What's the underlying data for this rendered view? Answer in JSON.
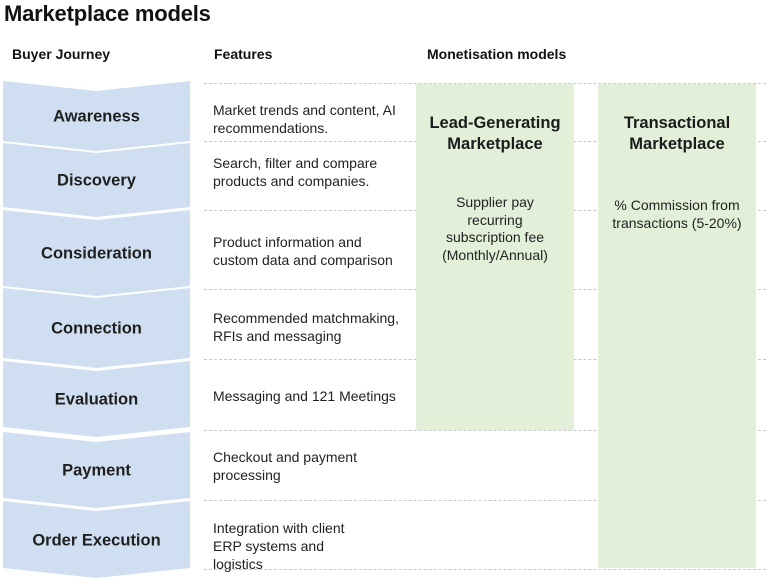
{
  "title": "Marketplace models",
  "headers": {
    "journey": "Buyer Journey",
    "features": "Features",
    "monetisation": "Monetisation models"
  },
  "stages": [
    {
      "label": "Awareness",
      "feature": "Market trends and content, AI recommendations."
    },
    {
      "label": "Discovery",
      "feature": "Search, filter and compare products and companies."
    },
    {
      "label": "Consideration",
      "feature": "Product information and custom data and comparison"
    },
    {
      "label": "Connection",
      "feature": "Recommended matchmaking, RFIs and messaging"
    },
    {
      "label": "Evaluation",
      "feature": "Messaging and 121 Meetings"
    },
    {
      "label": "Payment",
      "feature": "Checkout and payment processing"
    },
    {
      "label": "Order Execution",
      "feature": "Integration with client ERP systems and logistics"
    }
  ],
  "models": {
    "lead": {
      "title": "Lead-Generating Marketplace",
      "description": "Supplier pay recurring subscription fee (Monthly/Annual)"
    },
    "transactional": {
      "title": "Transactional Marketplace",
      "description": "% Commission from transactions (5-20%)"
    }
  },
  "colors": {
    "stage_fill": "#cfdff1",
    "model_fill": "#e2f0d9"
  }
}
